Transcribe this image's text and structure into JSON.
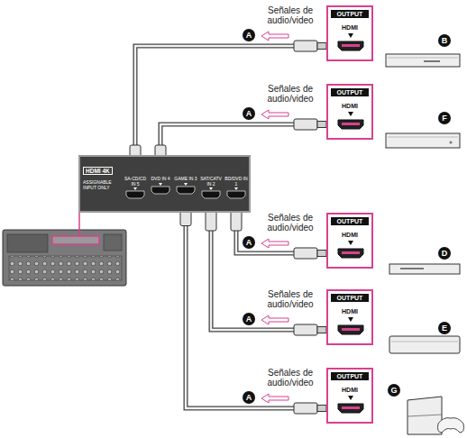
{
  "diagram": {
    "nodes": [
      {
        "text": [
          "Señales de audio/video",
          "OUTPUT",
          "HDMI"
        ]
      },
      {
        "text": [
          "Señales de audio/video",
          "OUTPUT",
          "HDMI"
        ]
      },
      {
        "text": [
          "HDMI 4K",
          "ASSIGNABLE INPUT ONLY"
        ]
      },
      {
        "text": [
          "SA-CD/CD IN 5"
        ],
        "in": 2
      },
      {
        "text": [
          "DVD IN 4"
        ],
        "in": 2
      },
      {
        "text": [
          "GAME IN 3"
        ],
        "in": 2
      },
      {
        "text": [
          "SAT/CATV IN 2"
        ],
        "in": 2
      },
      {
        "text": [
          "BD/DVD IN 1"
        ],
        "in": 2
      },
      {
        "text": [
          "Señales de audio/video",
          "OUTPUT",
          "HDMI"
        ]
      },
      {
        "text": [
          "Señales de audio/video",
          "OUTPUT",
          "HDMI"
        ]
      },
      {
        "text": [
          "Señales de audio/video",
          "OUTPUT",
          "HDMI"
        ]
      }
    ],
    "edges": [
      {
        "from": 0,
        "to": 3,
        "label": "A",
        "arrow": "to"
      },
      {
        "from": 1,
        "to": 4,
        "label": "A",
        "arrow": "to"
      },
      {
        "from": 8,
        "to": 7,
        "label": "A",
        "arrow": "to"
      },
      {
        "from": 9,
        "to": 6,
        "label": "A",
        "arrow": "to"
      },
      {
        "from": 10,
        "to": 5,
        "label": "A",
        "arrow": "to"
      }
    ],
    "labels": [
      "B",
      "F",
      "D",
      "E",
      "G"
    ]
  }
}
